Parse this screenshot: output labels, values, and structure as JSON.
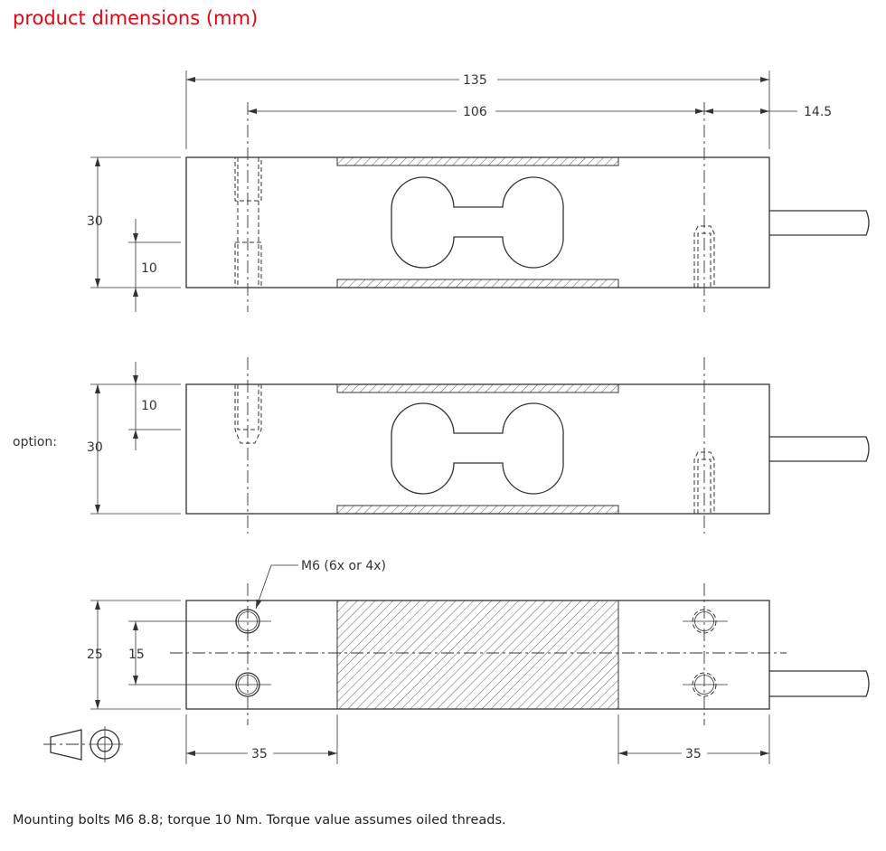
{
  "title": "product dimensions (mm)",
  "dimensions": {
    "overall_length": "135",
    "hole_spacing": "106",
    "cable_offset": "14.5",
    "height_top": "30",
    "thread_depth_top": "10",
    "option_label": "option:",
    "height_option": "30",
    "thread_depth_option": "10",
    "width": "25",
    "hole_pitch": "15",
    "edge_left": "35",
    "edge_right": "35",
    "thread_callout": "M6 (6x or 4x)"
  },
  "footer": "Mounting bolts M6 8.8; torque 10 Nm. Torque value assumes oiled threads.",
  "colors": {
    "title": "#e30613",
    "lines": "#333333"
  }
}
